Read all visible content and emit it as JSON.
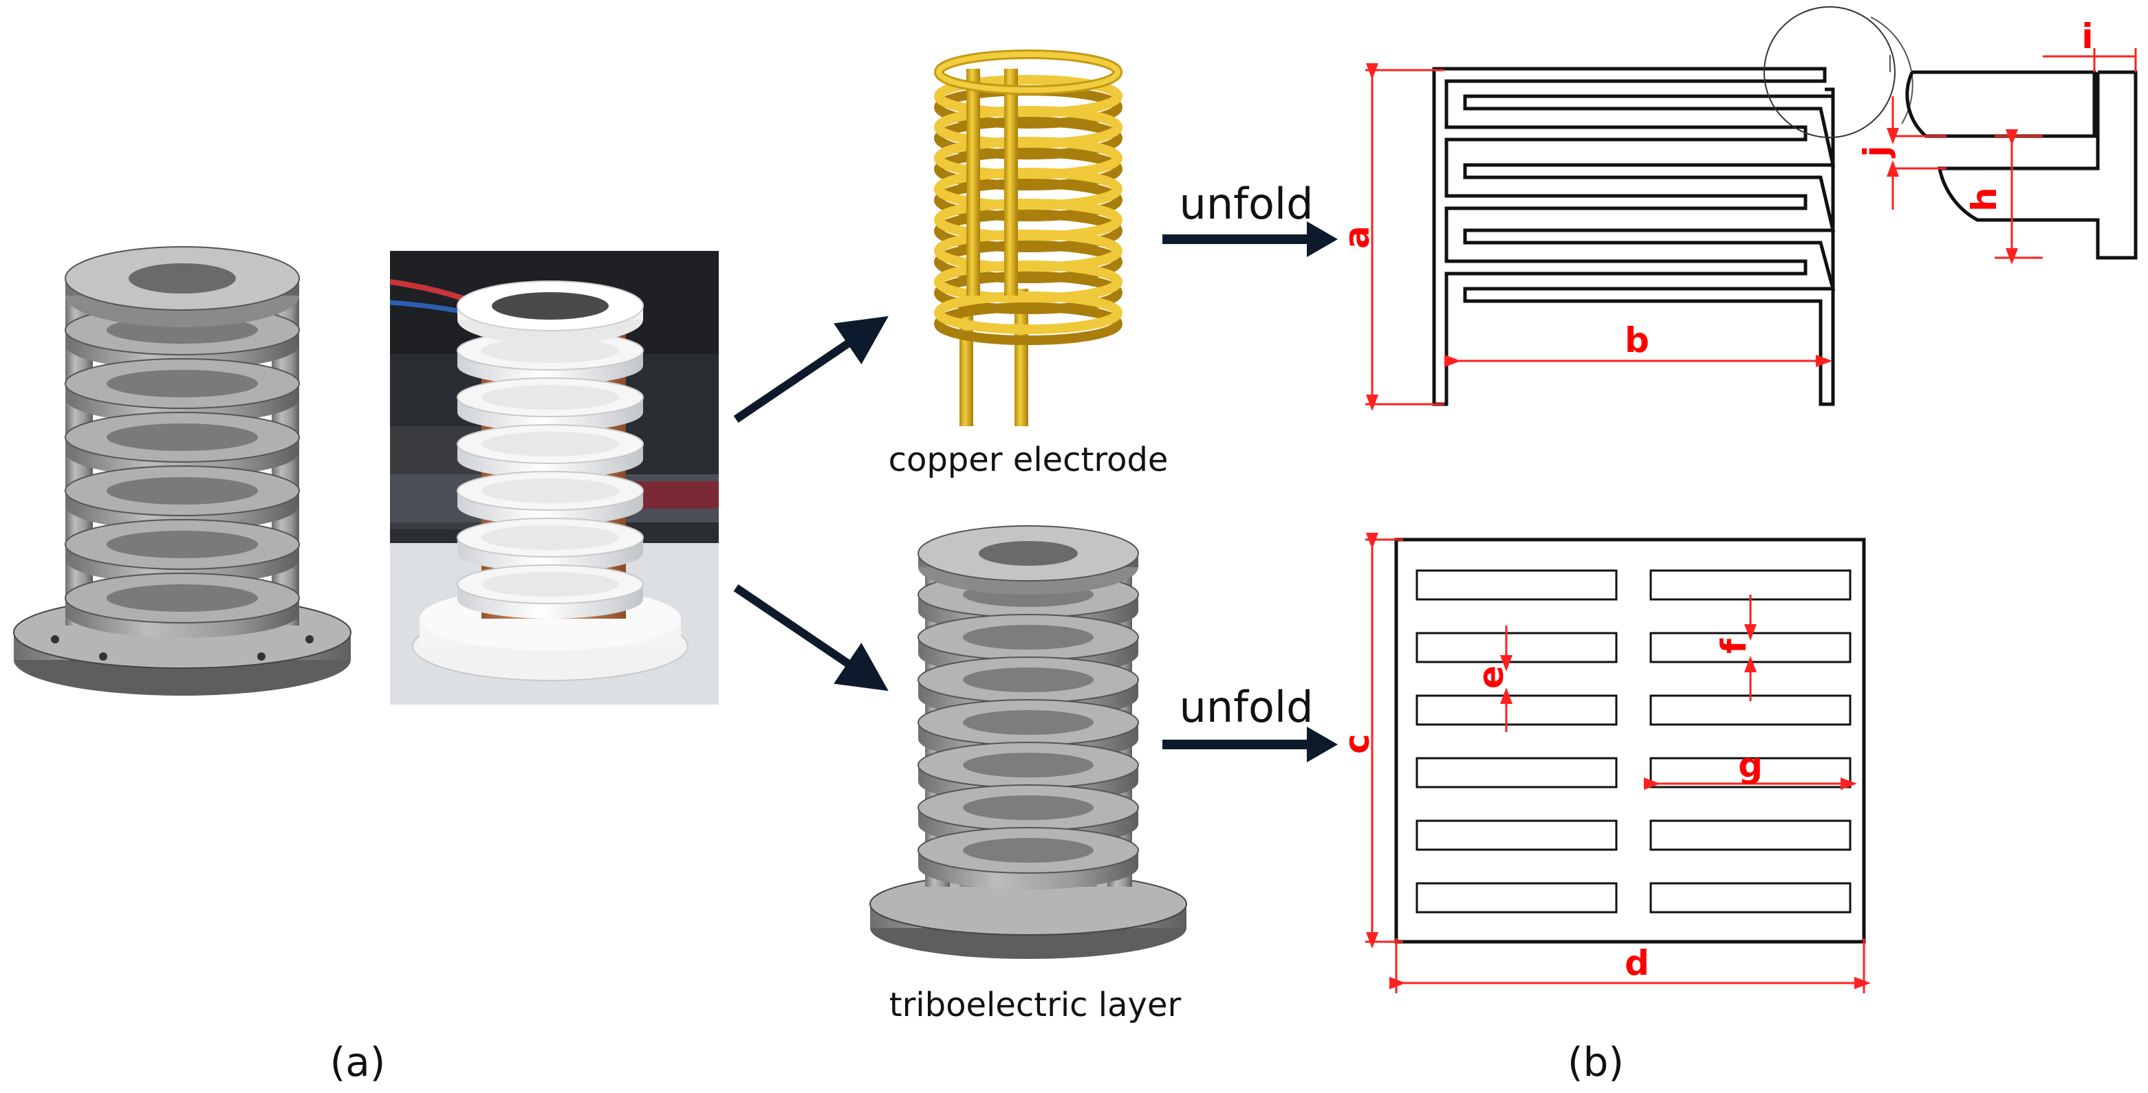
{
  "captions": {
    "copper": "copper electrode",
    "tribo": "triboelectric layer"
  },
  "arrows": {
    "unfold_top": "unfold",
    "unfold_bottom": "unfold"
  },
  "panels": {
    "a": "(a)",
    "b": "(b)"
  },
  "dimensions": {
    "a": "a",
    "b": "b",
    "c": "c",
    "d": "d",
    "e": "e",
    "f": "f",
    "g": "g",
    "h": "h",
    "i": "i",
    "j": "j"
  },
  "colors": {
    "gray": "#8c8c8c",
    "gold": "#e6b822",
    "copper": "#c9825a",
    "dim_red": "#ff0000",
    "arrow": "#0d1a2b"
  }
}
